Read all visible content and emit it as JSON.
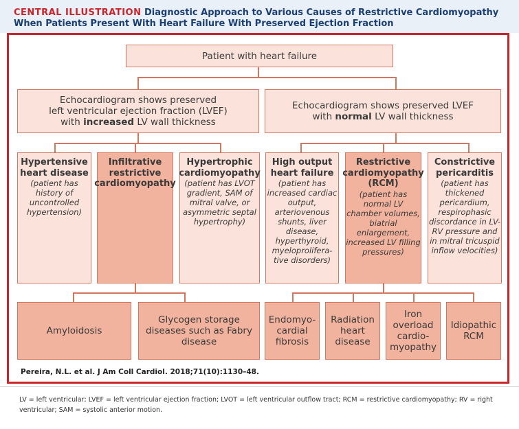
{
  "header": {
    "tag": "CENTRAL ILLUSTRATION",
    "title": "Diagnostic Approach to Various Causes of Restrictive Cardiomyopathy When Patients Present With Heart Failure With Preserved Ejection Fraction"
  },
  "root": {
    "label": "Patient with heart failure"
  },
  "branches": [
    {
      "line1": "Echocardiogram shows preserved",
      "line2": "left ventricular ejection fraction (LVEF)",
      "line3_pre": "with ",
      "line3_bold": "increased",
      "line3_post": " LV wall thickness"
    },
    {
      "line1": "Echocardiogram shows preserved LVEF",
      "line2_pre": "with ",
      "line2_bold": "normal",
      "line2_post": " LV wall thickness"
    }
  ],
  "causes": [
    {
      "title": "Hypertensive heart disease",
      "note": "(patient has history of uncontrolled hypertension)"
    },
    {
      "title": "Infiltrative restrictive cardiomyopathy",
      "note": ""
    },
    {
      "title": "Hypertrophic cardiomyopathy",
      "note": "(patient has LVOT gradient, SAM of mitral valve, or asymmetric septal hypertrophy)"
    },
    {
      "title": "High output heart failure",
      "note": "(patient has increased cardiac output, arteriovenous shunts, liver disease, hyperthyroid, myeloprolifera-tive disorders)"
    },
    {
      "title": "Restrictive cardiomyopathy (RCM)",
      "note": "(patient has normal LV chamber volumes, biatrial enlargement, increased LV filling pressures)"
    },
    {
      "title": "Constrictive pericarditis",
      "note": "(patient has thickened pericardium, respirophasic discordance in LV-RV pressure and in mitral tricuspid inflow velocities)"
    }
  ],
  "infiltrative_children": [
    {
      "label": "Amyloidosis"
    },
    {
      "label": "Glycogen storage diseases such as Fabry disease"
    }
  ],
  "rcm_children": [
    {
      "label": "Endomyo-cardial fibrosis"
    },
    {
      "label": "Radiation heart disease"
    },
    {
      "label": "Iron overload cardio-myopathy"
    },
    {
      "label": "Idiopathic RCM"
    }
  ],
  "citation": "Pereira, N.L. et al. J Am Coll Cardiol. 2018;71(10):1130–48.",
  "footnote": "LV = left ventricular; LVEF = left ventricular ejection fraction; LVOT = left ventricular outflow tract; RCM = restrictive cardiomyopathy; RV = right ventricular; SAM = systolic anterior motion.",
  "colors": {
    "accent_red": "#c8242a",
    "header_blue": "#1b3f73",
    "box_border": "#d4765f",
    "box_light": "#fbe3db",
    "box_dark": "#f2b39e"
  }
}
